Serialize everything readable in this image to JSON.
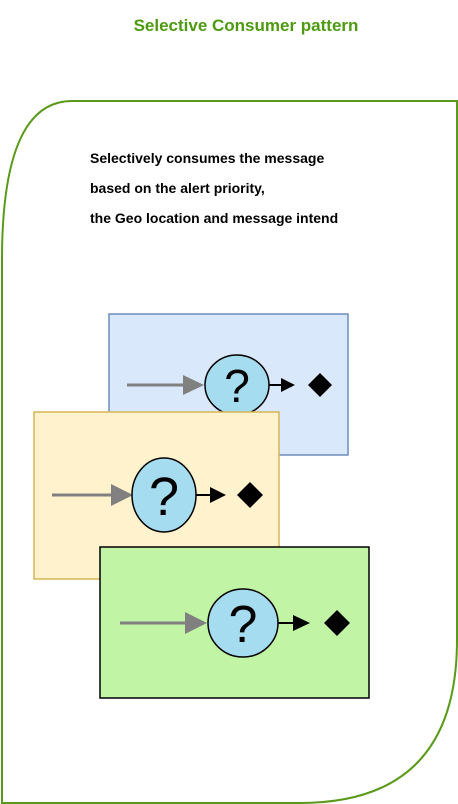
{
  "title": "Selective Consumer pattern",
  "description": [
    "Selectively consumes the message",
    "based on the alert priority,",
    "the Geo location and message intend"
  ],
  "colors": {
    "title": "#4d9a10",
    "frame_stroke": "#5a9a1a",
    "card_blue_fill": "#dae8fc",
    "card_blue_stroke": "#6c8ebf",
    "card_yellow_fill": "#fff2cc",
    "card_yellow_stroke": "#d6b656",
    "card_green_fill": "#c2f4a6",
    "card_green_stroke": "#000000",
    "filter_fill": "#a6dcef",
    "arrow_in": "#808080",
    "arrow_out": "#000000"
  },
  "cards": [
    {
      "name": "card-blue",
      "icon": "question-mark-icon",
      "label": "?"
    },
    {
      "name": "card-yellow",
      "icon": "question-mark-icon",
      "label": "?"
    },
    {
      "name": "card-green",
      "icon": "question-mark-icon",
      "label": "?"
    }
  ]
}
